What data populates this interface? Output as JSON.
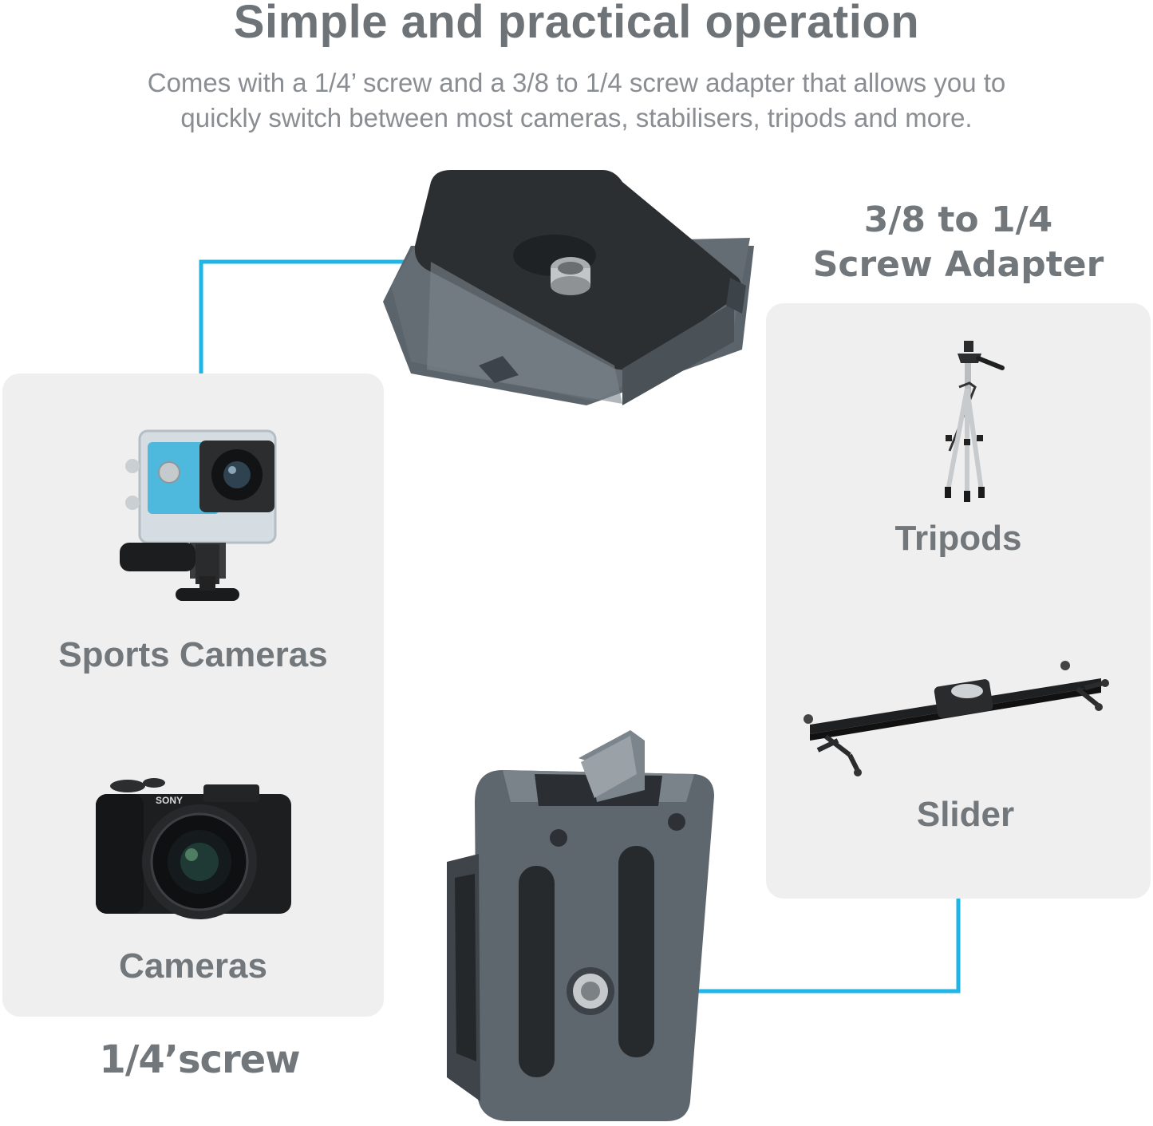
{
  "header": {
    "title": "Simple and practical operation",
    "subtitle_line1": "Comes with a 1/4’ screw and a 3/8 to 1/4 screw adapter that allows you to",
    "subtitle_line2": "quickly switch between most cameras, stabilisers, tripods and more."
  },
  "left_panel": {
    "item1_label": "Sports Cameras",
    "item2_label": "Cameras",
    "caption": "1/4’screw"
  },
  "right_panel": {
    "heading_line1": "3/8 to 1/4",
    "heading_line2": "Screw Adapter",
    "item1_label": "Tripods",
    "item2_label": "Slider"
  },
  "camera_brand": "SONY",
  "colors": {
    "connector": "#1fb6e6",
    "panel": "#efefef",
    "text": "#72777b",
    "metal": "#5f676e"
  }
}
